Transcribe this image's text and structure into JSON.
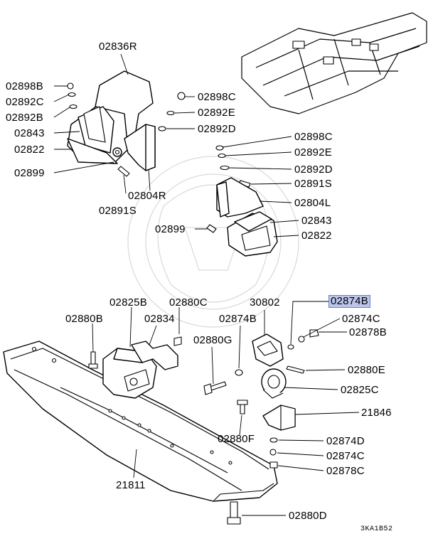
{
  "diagram": {
    "labels": {
      "p02836R": "02836R",
      "p02898B": "02898B",
      "p02892C_top": "02892C",
      "p02892B": "02892B",
      "p02843_left": "02843",
      "p02822_left": "02822",
      "p02899_left": "02899",
      "p02891S_left": "02891S",
      "p02804R": "02804R",
      "p02898C_top": "02898C",
      "p02892E_top": "02892E",
      "p02892D_top": "02892D",
      "p02898C_r": "02898C",
      "p02892E_r": "02892E",
      "p02892D_r": "02892D",
      "p02891S_r": "02891S",
      "p02804L": "02804L",
      "p02843_r": "02843",
      "p02899_mid": "02899",
      "p02822_r": "02822",
      "p02874B_hl": "02874B",
      "p30802": "30802",
      "p02874C_r1": "02874C",
      "p02878B": "02878B",
      "p02825B": "02825B",
      "p02880C": "02880C",
      "p02880B": "02880B",
      "p02834": "02834",
      "p02874B_mid": "02874B",
      "p02880G": "02880G",
      "p02880E": "02880E",
      "p02825C": "02825C",
      "p21846": "21846",
      "p02880F": "02880F",
      "p02874D": "02874D",
      "p02874C_r2": "02874C",
      "p02878C": "02878C",
      "p21811": "21811",
      "p02880D": "02880D"
    },
    "drawing_code": "3KA1B52",
    "highlight_color": "#bcc6ec"
  }
}
